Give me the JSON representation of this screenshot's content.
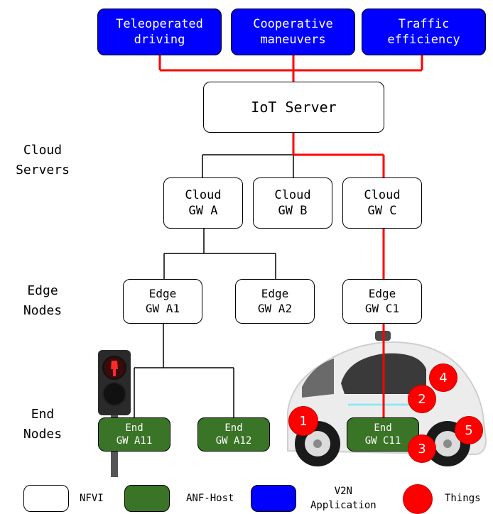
{
  "apps": [
    {
      "label": "Teleoperated\ndriving"
    },
    {
      "label": "Cooperative\nmaneuvers"
    },
    {
      "label": "Traffic\nefficiency"
    }
  ],
  "iot_server": "IoT Server",
  "cloud_gws": [
    {
      "label": "Cloud\nGW A"
    },
    {
      "label": "Cloud\nGW B"
    },
    {
      "label": "Cloud\nGW C"
    }
  ],
  "edge_gws": [
    {
      "label": "Edge\nGW A1"
    },
    {
      "label": "Edge\nGW A2"
    },
    {
      "label": "Edge\nGW C1"
    }
  ],
  "end_gws": [
    {
      "label": "End\nGW A11"
    },
    {
      "label": "End\nGW A12"
    },
    {
      "label": "End\nGW C11"
    }
  ],
  "tiers": {
    "cloud": "Cloud\nServers",
    "edge": "Edge\nNodes",
    "end": "End\nNodes"
  },
  "things": [
    "1",
    "2",
    "3",
    "4",
    "5"
  ],
  "legend": [
    {
      "label": "NFVI",
      "color": "#ffffff"
    },
    {
      "label": "ANF-Host",
      "color": "#3a7426"
    },
    {
      "label": "V2N\nApplication",
      "color": "#0000ff"
    },
    {
      "label": "Things",
      "color": "#ff0000"
    }
  ],
  "colors": {
    "link": "#000000",
    "path": "#ff0000"
  }
}
